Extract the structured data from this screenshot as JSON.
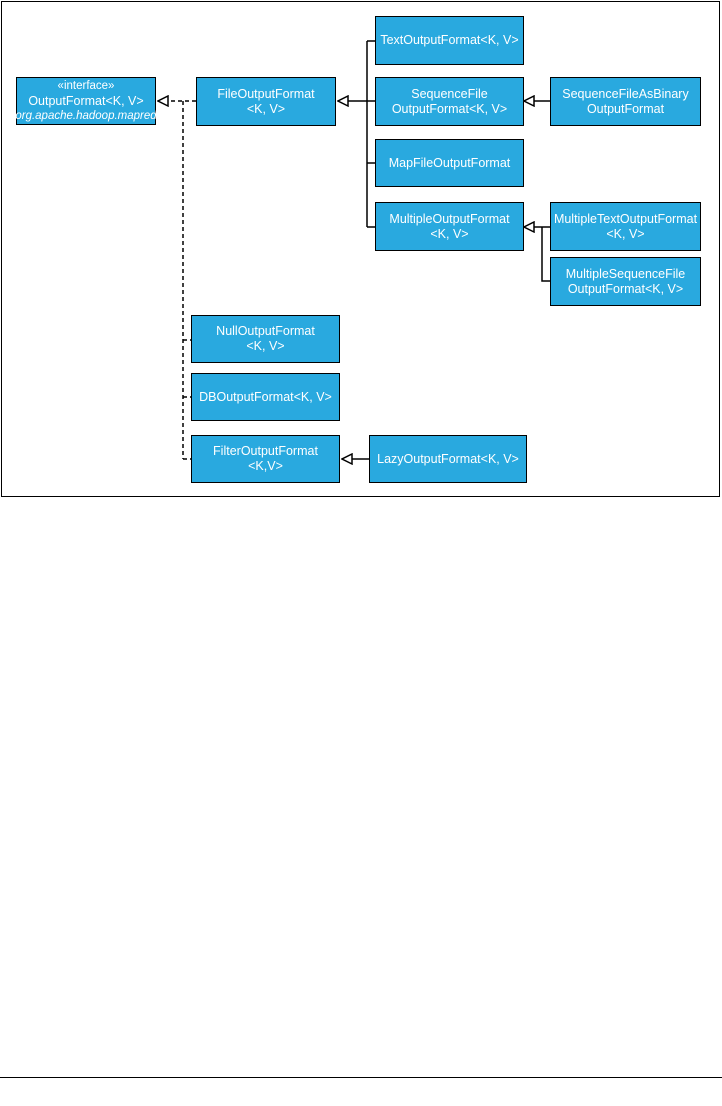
{
  "diagram": {
    "nodes": {
      "output_format": {
        "stereotype": "«interface»",
        "name": "OutputFormat<K, V>",
        "package": "org.apache.hadoop.mapred"
      },
      "file_output_format": {
        "line1": "FileOutputFormat",
        "line2": "<K, V>"
      },
      "text_output_format": {
        "line1": "TextOutputFormat<K, V>"
      },
      "sequence_file_output_format": {
        "line1": "SequenceFile",
        "line2": "OutputFormat<K, V>"
      },
      "sequence_file_as_binary_output_format": {
        "line1": "SequenceFileAsBinary",
        "line2": "OutputFormat"
      },
      "map_file_output_format": {
        "line1": "MapFileOutputFormat"
      },
      "multiple_output_format": {
        "line1": "MultipleOutputFormat",
        "line2": "<K, V>"
      },
      "multiple_text_output_format": {
        "line1": "MultipleTextOutputFormat",
        "line2": "<K, V>"
      },
      "multiple_sequence_file_output_format": {
        "line1": "MultipleSequenceFile",
        "line2": "OutputFormat<K, V>"
      },
      "null_output_format": {
        "line1": "NullOutputFormat",
        "line2": "<K, V>"
      },
      "db_output_format": {
        "line1": "DBOutputFormat<K, V>"
      },
      "filter_output_format": {
        "line1": "FilterOutputFormat",
        "line2": "<K,V>"
      },
      "lazy_output_format": {
        "line1": "LazyOutputFormat<K, V>"
      }
    },
    "colors": {
      "box_fill": "#29a9df",
      "box_text": "#ffffff",
      "lines": "#000000"
    }
  }
}
